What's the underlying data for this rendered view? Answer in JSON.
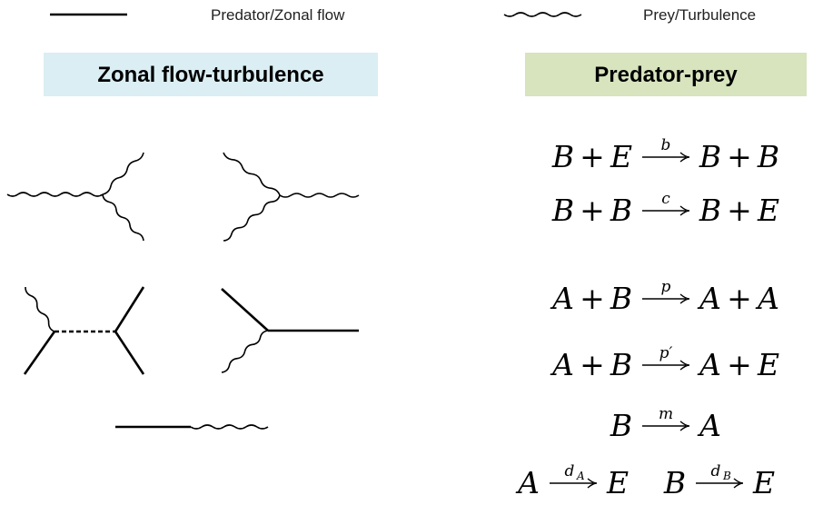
{
  "legend": {
    "predator_label": "Predator/Zonal flow",
    "prey_label": "Prey/Turbulence"
  },
  "headers": {
    "left": "Zonal flow-turbulence",
    "right": "Predator-prey"
  },
  "colors": {
    "left_header_bg": "#daeef3",
    "right_header_bg": "#d7e4bd",
    "line": "#000000"
  },
  "reactions": [
    {
      "id": "r1",
      "lhs": [
        "B",
        "+",
        "E"
      ],
      "rate": "b",
      "rate_sub": "",
      "rhs": [
        "B",
        "+",
        "B"
      ]
    },
    {
      "id": "r2",
      "lhs": [
        "B",
        "+",
        "B"
      ],
      "rate": "c",
      "rate_sub": "",
      "rhs": [
        "B",
        "+",
        "E"
      ]
    },
    {
      "id": "r3",
      "lhs": [
        "A",
        "+",
        "B"
      ],
      "rate": "p",
      "rate_sub": "",
      "rhs": [
        "A",
        "+",
        "A"
      ]
    },
    {
      "id": "r4",
      "lhs": [
        "A",
        "+",
        "B"
      ],
      "rate": "p′",
      "rate_sub": "",
      "rhs": [
        "A",
        "+",
        "E"
      ]
    },
    {
      "id": "r5",
      "lhs": [
        "B"
      ],
      "rate": "m",
      "rate_sub": "",
      "rhs": [
        "A"
      ]
    }
  ],
  "decays": [
    {
      "id": "d1",
      "lhs": "A",
      "rate": "d",
      "rate_sub": "A",
      "rhs": "E"
    },
    {
      "id": "d2",
      "lhs": "B",
      "rate": "d",
      "rate_sub": "B",
      "rhs": "E"
    }
  ]
}
